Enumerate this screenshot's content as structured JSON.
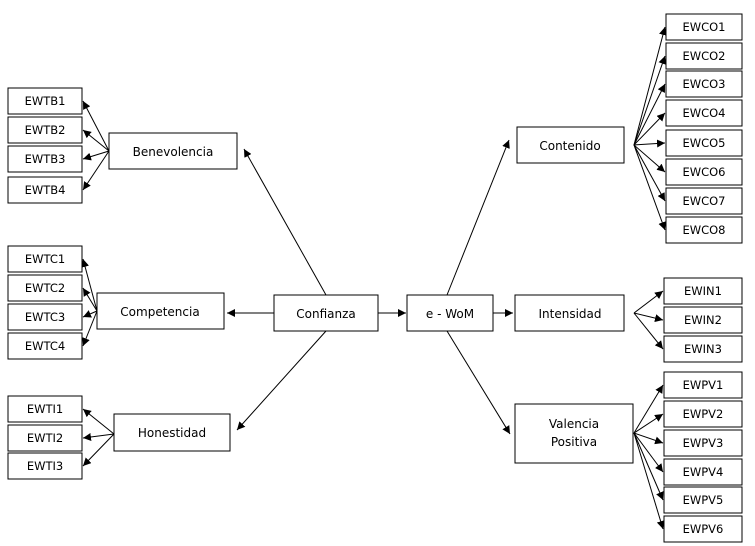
{
  "constructs": {
    "benevolencia": "Benevolencia",
    "competencia": "Competencia",
    "honestidad": "Honestidad",
    "confianza": "Confianza",
    "ewom": "e - WoM",
    "contenido": "Contenido",
    "intensidad": "Intensidad",
    "valencia_line1": "Valencia",
    "valencia_line2": "Positiva"
  },
  "indicators": {
    "benevolencia": [
      "EWTB1",
      "EWTB2",
      "EWTB3",
      "EWTB4"
    ],
    "competencia": [
      "EWTC1",
      "EWTC2",
      "EWTC3",
      "EWTC4"
    ],
    "honestidad": [
      "EWTI1",
      "EWTI2",
      "EWTI3"
    ],
    "contenido": [
      "EWCO1",
      "EWCO2",
      "EWCO3",
      "EWCO4",
      "EWCO5",
      "EWCO6",
      "EWCO7",
      "EWCO8"
    ],
    "intensidad": [
      "EWIN1",
      "EWIN2",
      "EWIN3"
    ],
    "valencia": [
      "EWPV1",
      "EWPV2",
      "EWPV3",
      "EWPV4",
      "EWPV5",
      "EWPV6"
    ]
  },
  "colors": {
    "line": "#000000",
    "box_fill": "#ffffff",
    "text": "#000000"
  }
}
